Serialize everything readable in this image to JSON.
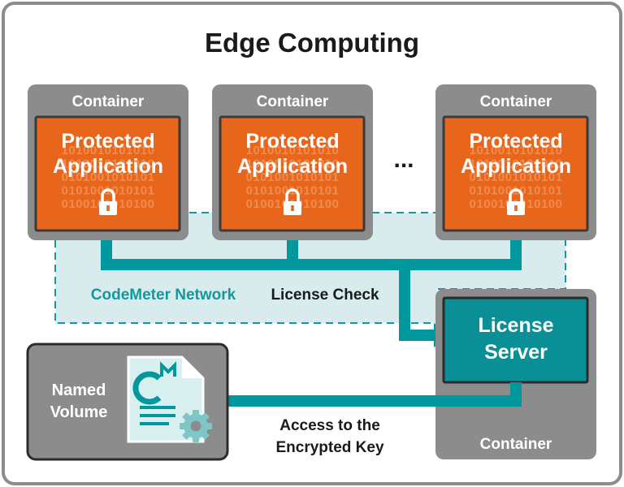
{
  "title": "Edge Computing",
  "containers": [
    {
      "label": "Container",
      "app_title_line1": "Protected",
      "app_title_line2": "Application"
    },
    {
      "label": "Container",
      "app_title_line1": "Protected",
      "app_title_line2": "Application"
    },
    {
      "label": "Container",
      "app_title_line1": "Protected",
      "app_title_line2": "Application"
    }
  ],
  "ellipsis": "...",
  "binary_rows": [
    "1010010101010",
    "1010010101010",
    "0101001010101",
    "0101001010101",
    "0100101010100"
  ],
  "network_label": "CodeMeter Network",
  "license_check_label": "License Check",
  "license_server": {
    "line1": "License",
    "line2": "Server",
    "container_label": "Container"
  },
  "named_volume": {
    "line1": "Named",
    "line2": "Volume"
  },
  "access_label": {
    "line1": "Access to the",
    "line2": "Encrypted Key"
  },
  "colors": {
    "frame": "#8c8c8c",
    "container_gray": "#8c8c8c",
    "app_orange": "#e8661c",
    "teal": "#00979d",
    "server_teal": "#0a8f96",
    "network_fill": "#d8ecee",
    "network_text": "#13989e",
    "doc_fill": "#d9f0f0"
  }
}
